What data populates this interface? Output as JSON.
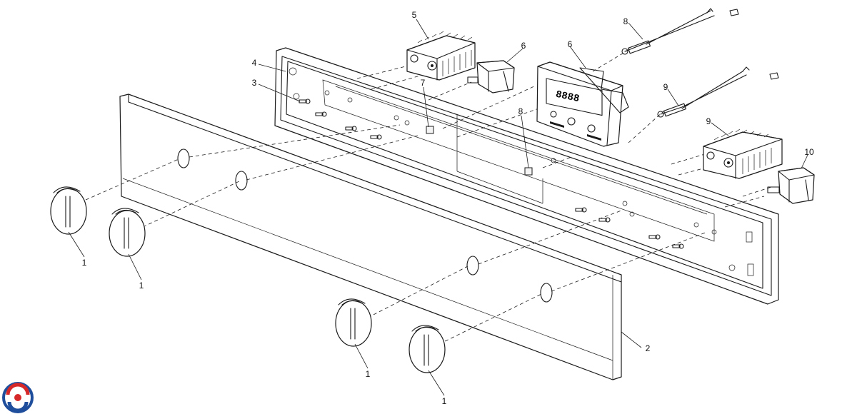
{
  "diagram": {
    "callouts": [
      {
        "id": "knob-a",
        "label": "1"
      },
      {
        "id": "knob-b",
        "label": "1"
      },
      {
        "id": "knob-c",
        "label": "1"
      },
      {
        "id": "knob-d",
        "label": "1"
      },
      {
        "id": "front-panel",
        "label": "2"
      },
      {
        "id": "screw",
        "label": "3"
      },
      {
        "id": "rear-frame",
        "label": "4"
      },
      {
        "id": "switch-left",
        "label": "5"
      },
      {
        "id": "indicator-top",
        "label": "6"
      },
      {
        "id": "indicator-right",
        "label": "6"
      },
      {
        "id": "timer",
        "label": "7"
      },
      {
        "id": "clip-left",
        "label": "8"
      },
      {
        "id": "clip-right",
        "label": "8"
      },
      {
        "id": "wire-top",
        "label": "9"
      },
      {
        "id": "wire-mid",
        "label": "9"
      },
      {
        "id": "switch-right",
        "label": "10"
      }
    ],
    "timer_display": "8888"
  },
  "colors": {
    "line": "#1a1a1a",
    "background": "#ffffff",
    "logo_blue": "#1f4e9c",
    "logo_red": "#d62828"
  }
}
